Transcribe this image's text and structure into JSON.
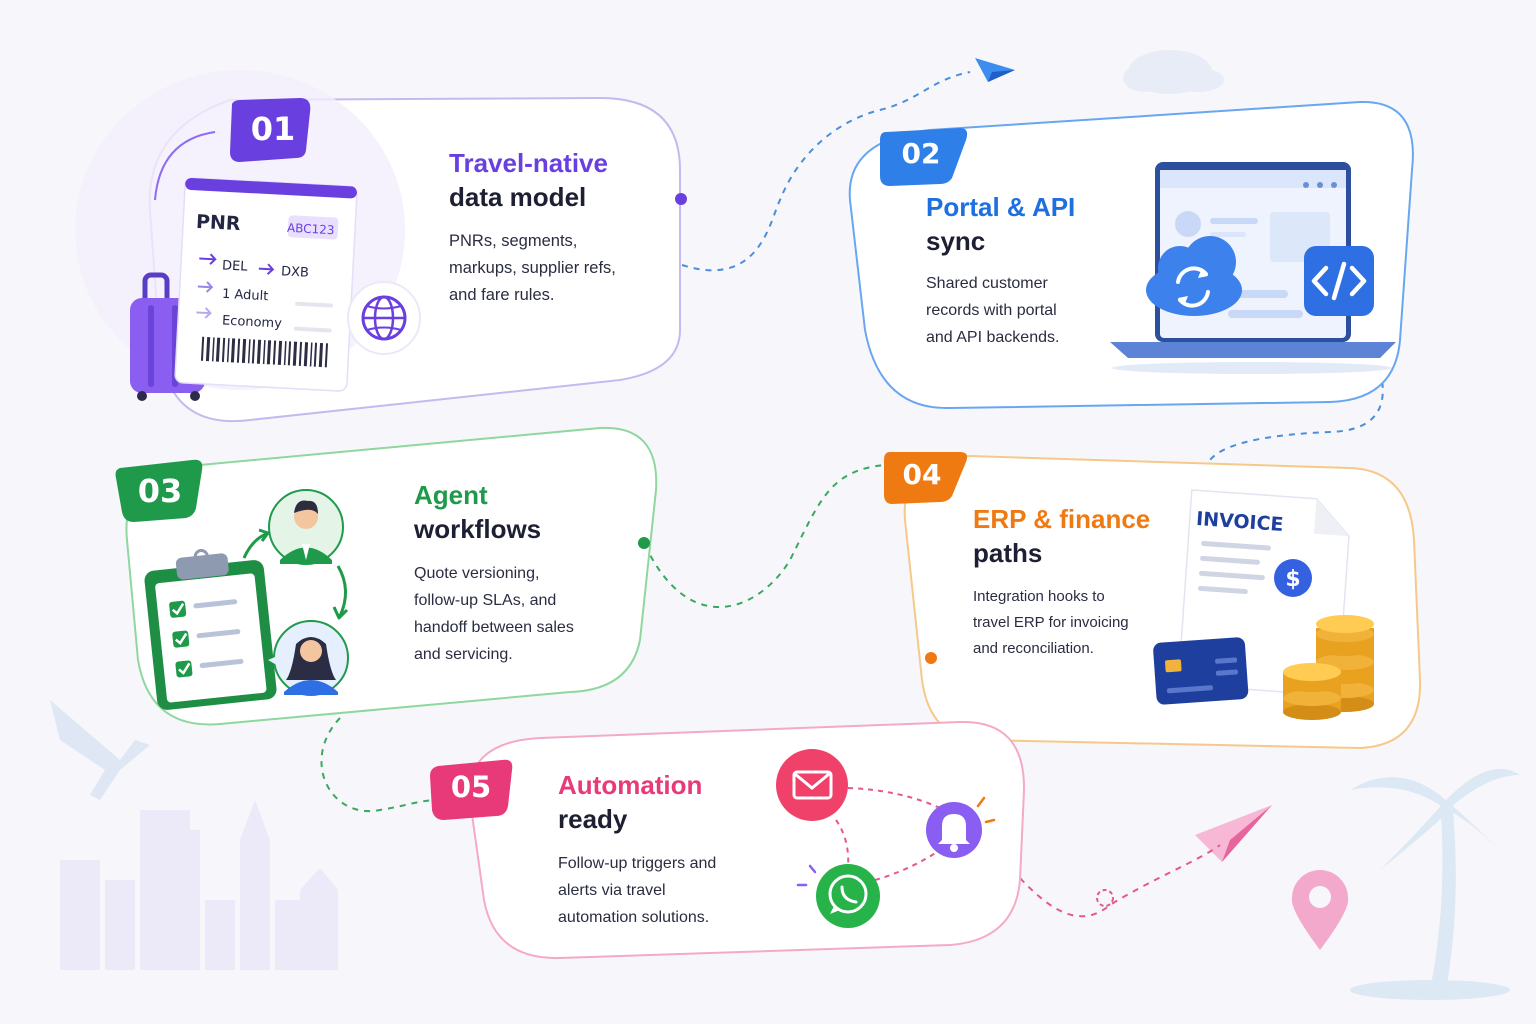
{
  "cards": [
    {
      "number": "01",
      "title_line1": "Travel-native",
      "title_line2": "data model",
      "desc_lines": [
        "PNRs, segments,",
        "markups, supplier refs,",
        "and fare rules."
      ],
      "accent": "#6a3fe0",
      "icons": [
        "pnr-ticket-icon",
        "suitcase-icon",
        "globe-icon"
      ],
      "ticket": {
        "header": "PNR",
        "code": "ABC123",
        "from": "DEL",
        "to": "DXB",
        "passengers": "1 Adult",
        "cabin": "Economy"
      }
    },
    {
      "number": "02",
      "title_line1": "Portal & API",
      "title_line2": "sync",
      "desc_lines": [
        "Shared customer",
        "records with portal",
        "and API backends."
      ],
      "accent": "#1e6fe0",
      "icons": [
        "laptop-icon",
        "cloud-sync-icon",
        "code-icon"
      ]
    },
    {
      "number": "03",
      "title_line1": "Agent",
      "title_line2": "workflows",
      "desc_lines": [
        "Quote versioning,",
        "follow-up SLAs, and",
        "handoff between sales",
        "and servicing."
      ],
      "accent": "#1e9a4a",
      "icons": [
        "checklist-clipboard-icon",
        "male-agent-avatar-icon",
        "female-agent-avatar-icon",
        "handoff-arrows-icon"
      ]
    },
    {
      "number": "04",
      "title_line1": "ERP & finance",
      "title_line2": "paths",
      "desc_lines": [
        "Integration hooks to",
        "travel ERP for invoicing",
        "and reconciliation."
      ],
      "accent": "#f07a12",
      "icons": [
        "invoice-icon",
        "dollar-icon",
        "credit-card-icon",
        "coins-icon"
      ],
      "invoice_label": "INVOICE"
    },
    {
      "number": "05",
      "title_line1": "Automation",
      "title_line2": "ready",
      "desc_lines": [
        "Follow-up triggers and",
        "alerts via travel",
        "automation solutions."
      ],
      "accent": "#e83a78",
      "icons": [
        "email-icon",
        "bell-icon",
        "whatsapp-icon"
      ]
    }
  ],
  "decorations": [
    "paper-plane-icon",
    "cloud-icon",
    "airplane-icon",
    "city-skyline-icon",
    "palm-tree-icon",
    "map-pin-icon",
    "paper-airplane-icon"
  ],
  "colors": {
    "background": "#f7f7fb",
    "purple": "#6a3fe0",
    "blue": "#1e6fe0",
    "green": "#1e9a4a",
    "orange": "#f07a12",
    "pink": "#e83a78"
  }
}
